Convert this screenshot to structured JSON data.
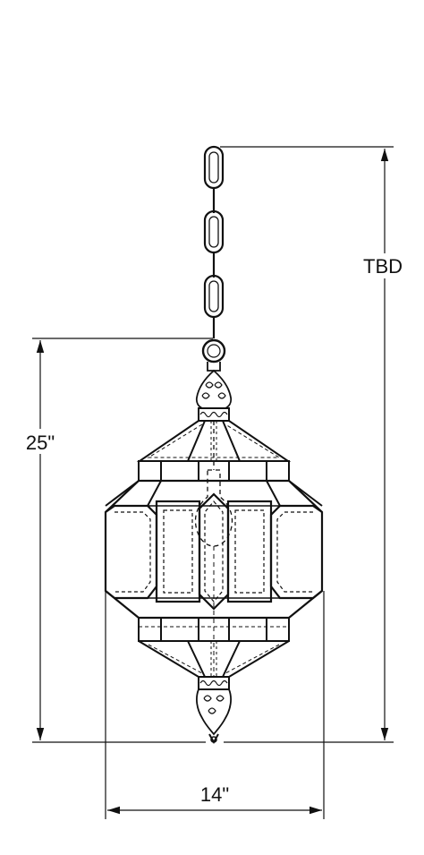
{
  "dimensions": {
    "overall_label": "TBD",
    "body_height_label": "25\"",
    "width_label": "14\""
  },
  "colors": {
    "ink": "#111111",
    "background": "#ffffff"
  }
}
